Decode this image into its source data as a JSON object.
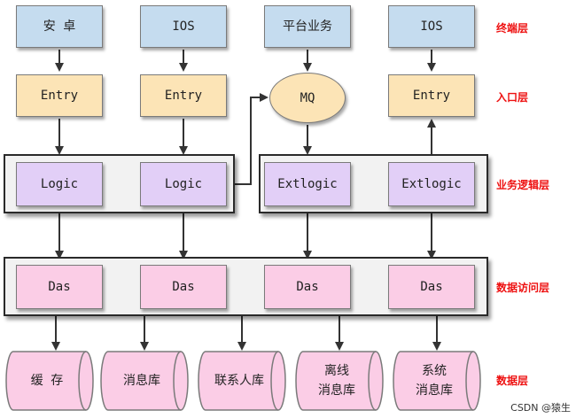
{
  "clients": [
    "安 卓",
    "IOS",
    "平台业务",
    "IOS"
  ],
  "entries": [
    "Entry",
    "Entry",
    "MQ",
    "Entry"
  ],
  "logics": [
    "Logic",
    "Logic",
    "Extlogic",
    "Extlogic"
  ],
  "das": [
    "Das",
    "Das",
    "Das",
    "Das"
  ],
  "databases": [
    "缓 存",
    "消息库",
    "联系人库",
    "离线\n消息库",
    "系统\n消息库"
  ],
  "layers": {
    "client": "终端层",
    "entry": "入口层",
    "logic": "业务逻辑层",
    "data_access": "数据访问层",
    "data": "数据层"
  },
  "watermark": "CSDN @猿生",
  "colors": {
    "client": "#c5dcef",
    "entry": "#fce4b6",
    "logic": "#e2cff7",
    "das": "#fbcde6",
    "database": "#fbcde6",
    "layer_label": "#ee1111",
    "arrow": "#333333"
  }
}
